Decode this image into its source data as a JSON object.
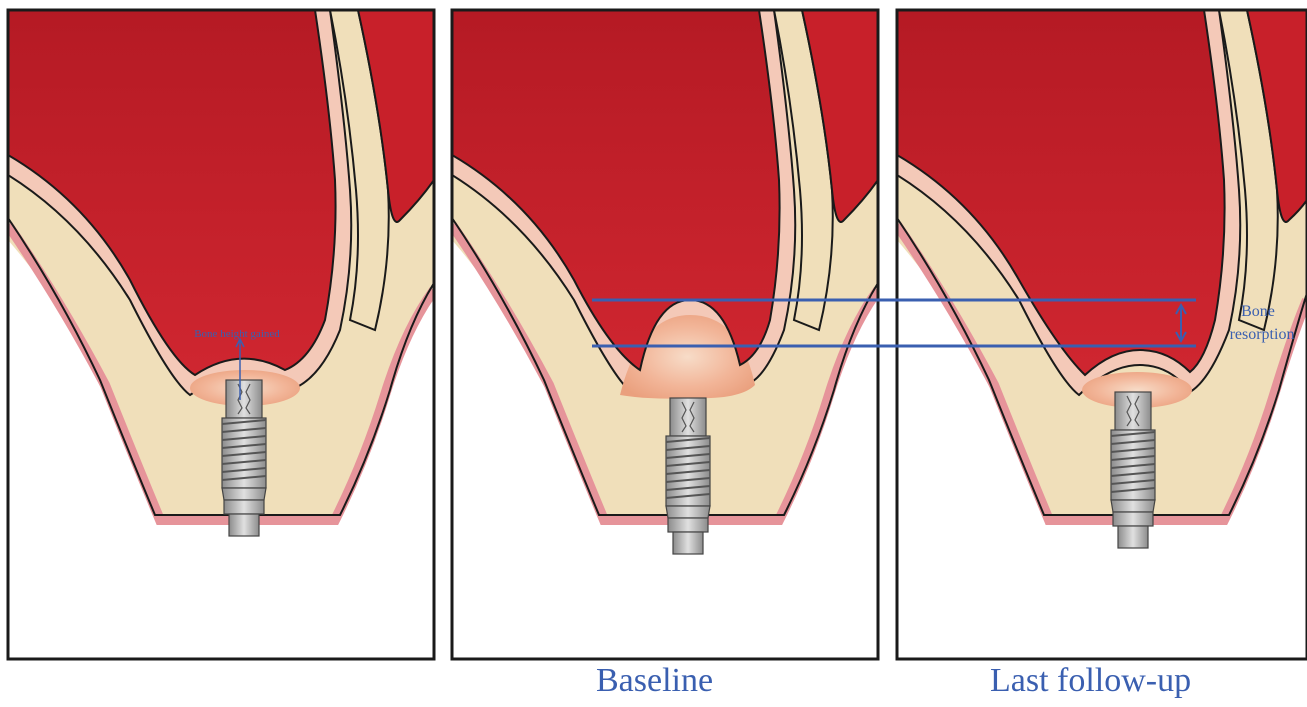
{
  "panels": [
    {
      "id": "preop",
      "caption": "",
      "annotation": "Bone height gained"
    },
    {
      "id": "baseline",
      "caption": "Baseline"
    },
    {
      "id": "followup",
      "caption": "Last follow-up",
      "annotation_line1": "Bone",
      "annotation_line2": "resorption"
    }
  ],
  "colors": {
    "sinus": "#c8202a",
    "membrane": "#f4c9b8",
    "bone": "#f0dfba",
    "gingiva": "#e6949a",
    "implant": "#bdbdbd",
    "graft": "#f3c7ac",
    "measure_line": "#3a5fb0",
    "outline": "#1a1a1a"
  },
  "icons": [
    "dental-implant-icon",
    "double-arrow-icon"
  ]
}
